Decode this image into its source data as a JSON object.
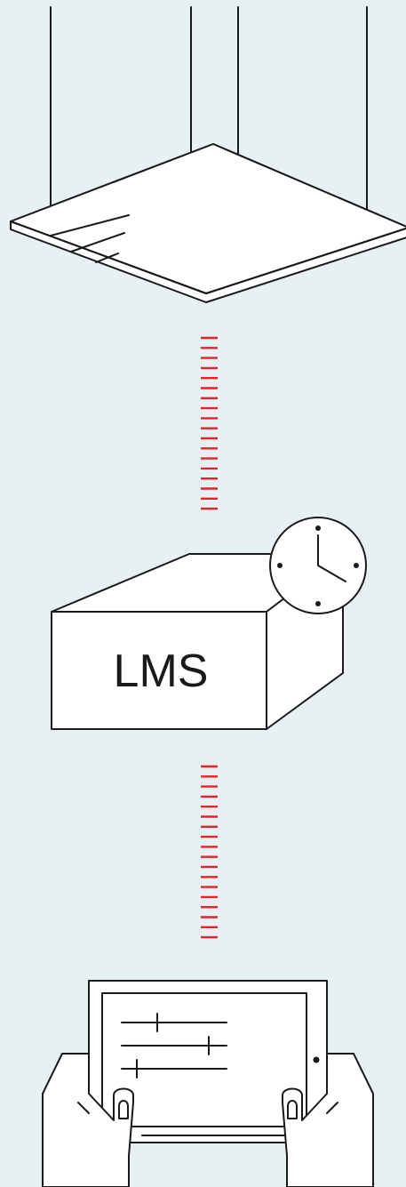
{
  "colors": {
    "background": "#e7f1f4",
    "line": "#1a1a1a",
    "connector": "#e4232b",
    "fill": "#ffffff"
  },
  "nodes": {
    "ceiling_panel": {
      "icon": "ceiling-light-panel-icon"
    },
    "lms_box": {
      "label": "LMS",
      "icon": "clock-icon"
    },
    "tablet": {
      "icon": "tablet-in-hands-icon"
    }
  },
  "connectors": [
    {
      "from": "ceiling_panel",
      "to": "lms_box",
      "style": "dashed-red"
    },
    {
      "from": "lms_box",
      "to": "tablet",
      "style": "dashed-red"
    }
  ]
}
